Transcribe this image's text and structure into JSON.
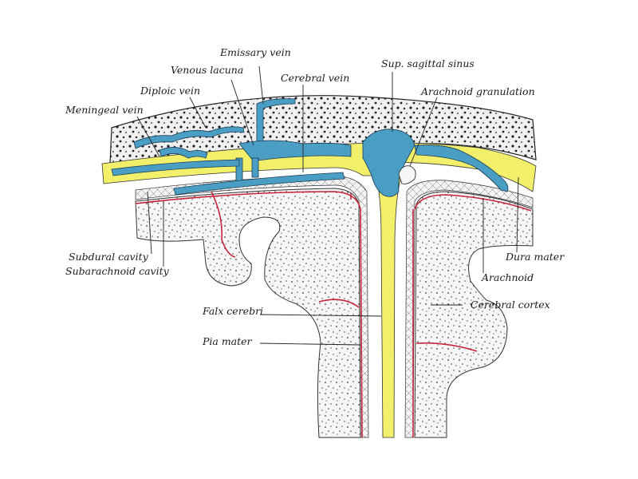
{
  "labels": {
    "emissary_vein": "Emissary vein",
    "venous_lacuna": "Venous lacuna",
    "diploic_vein": "Diploic vein",
    "meningeal_vein": "Meningeal vein",
    "cerebral_vein": "Cerebral vein",
    "sup_sagittal_sinus": "Sup. sagittal sinus",
    "arachnoid_granulation": "Arachnoid granulation",
    "subdural_cavity": "Subdural cavity",
    "subarachnoid_cavity": "Subarachnoid cavity",
    "dura_mater": "Dura mater",
    "arachnoid": "Arachnoid",
    "cerebral_cortex": "Cerebral cortex",
    "falx_cerebri": "Falx cerebri",
    "pia_mater": "Pia mater"
  },
  "colors": {
    "vein_blue": "#4a9ec4",
    "dura_yellow": "#f2ef6a",
    "pia_red": "#c8253a",
    "bone_fill": "#f1f1f1",
    "cortex_fill": "#f3f3f3",
    "ink": "#1a1a1a"
  }
}
